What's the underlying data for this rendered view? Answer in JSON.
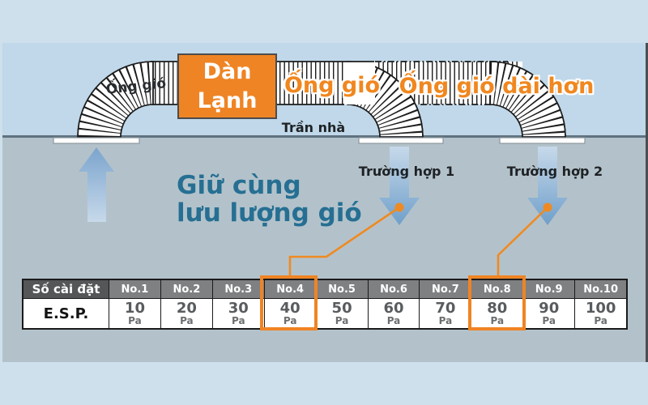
{
  "diagram": {
    "labels": {
      "duct_left": "Ống gió",
      "indoor_unit_line1": "Dàn",
      "indoor_unit_line2": "Lạnh",
      "duct_mid": "Ống gió",
      "duct_longer": "Ống gió dài hơn",
      "ceiling": "Trần nhà",
      "airflow_note_line1": "Giữ cùng",
      "airflow_note_line2": "lưu lượng gió",
      "case1": "Trường hợp 1",
      "case2": "Trường hợp 2"
    },
    "colors": {
      "accent_orange": "#ef8424",
      "teal_text": "#266f93",
      "sky": "#c0d8e9",
      "room_gray": "#b3c2ca",
      "page_background": "#cde0eb",
      "arrow_blue_dark": "#6f9fca",
      "arrow_blue_light": "#c7d9ea"
    }
  },
  "table": {
    "row1_label": "Số cài đặt",
    "row2_label": "E.S.P.",
    "unit": "Pa",
    "highlighted_columns": [
      "No.4",
      "No.8"
    ],
    "columns": [
      {
        "no": "No.1",
        "value": "10"
      },
      {
        "no": "No.2",
        "value": "20"
      },
      {
        "no": "No.3",
        "value": "30"
      },
      {
        "no": "No.4",
        "value": "40"
      },
      {
        "no": "No.5",
        "value": "50"
      },
      {
        "no": "No.6",
        "value": "60"
      },
      {
        "no": "No.7",
        "value": "70"
      },
      {
        "no": "No.8",
        "value": "80"
      },
      {
        "no": "No.9",
        "value": "90"
      },
      {
        "no": "No.10",
        "value": "100"
      }
    ]
  }
}
